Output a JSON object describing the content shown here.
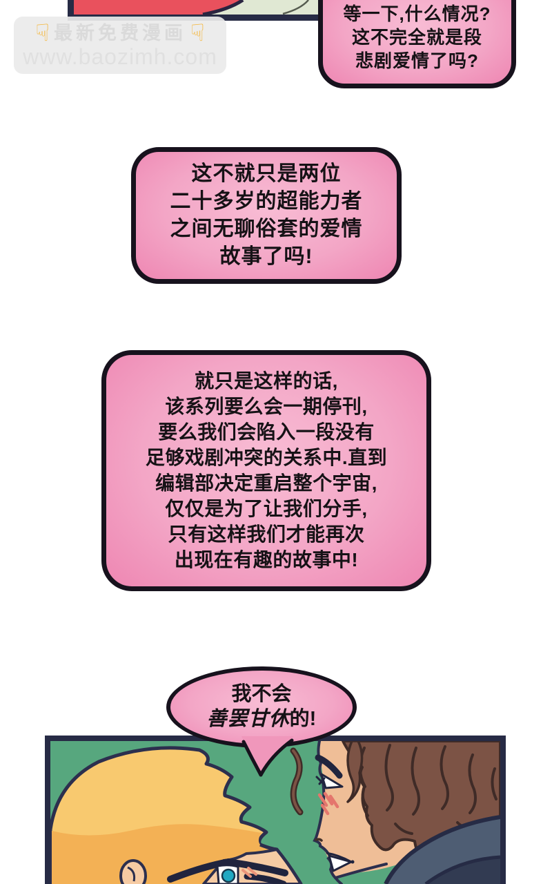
{
  "watermark": {
    "hand_icon": "pointing-down-hand",
    "title": "最新免费漫画",
    "url": "www.baozimh.com"
  },
  "speech_bubbles": {
    "top_right": {
      "lines": [
        "等一下,什么情况?",
        "这不完全就是段",
        "悲剧爱情了吗?"
      ]
    },
    "middle_upper": {
      "lines": [
        "这不就只是两位",
        "二十多岁的超能力者",
        "之间无聊俗套的爱情",
        "故事了吗!"
      ]
    },
    "middle_lower": {
      "lines": [
        "就只是这样的话,",
        "该系列要么会一期停刊,",
        "要么我们会陷入一段没有",
        "足够戏剧冲突的关系中.直到",
        "编辑部决定重启整个宇宙,",
        "仅仅是为了让我们分手,",
        "只有这样我们才能再次",
        "出现在有趣的故事中!"
      ]
    },
    "oval": {
      "line1": "我不会",
      "emphasis": "善罢甘休",
      "suffix": "的!"
    }
  },
  "scene": {
    "bottom_panel": "two characters face to face on green background",
    "left_character": "blonde hair, glasses, teal eye, blushing",
    "right_character": "brown curly hair, profile view, blushing, smirking, dark jacket"
  },
  "colors": {
    "bubble_pink_edge": "#ee86b2",
    "bubble_pink_center": "#f8bcd4",
    "bubble_border": "#17121d",
    "panel_border": "#272b45",
    "panel_green": "#57a77e",
    "top_panel_red": "#e9515d",
    "top_panel_sage": "#e0e8d3",
    "blonde_hair": "#f5ba58",
    "blonde_hair_light": "#f8c96f",
    "brown_hair": "#7c5345",
    "skin_left": "#f6cba3",
    "skin_right": "#efbe97",
    "jacket": "#4e5d73",
    "eye_teal": "#21a9c2",
    "blush": "#e4766d",
    "watermark_text": "#dadada",
    "hand_yellow": "#f5b63a"
  }
}
